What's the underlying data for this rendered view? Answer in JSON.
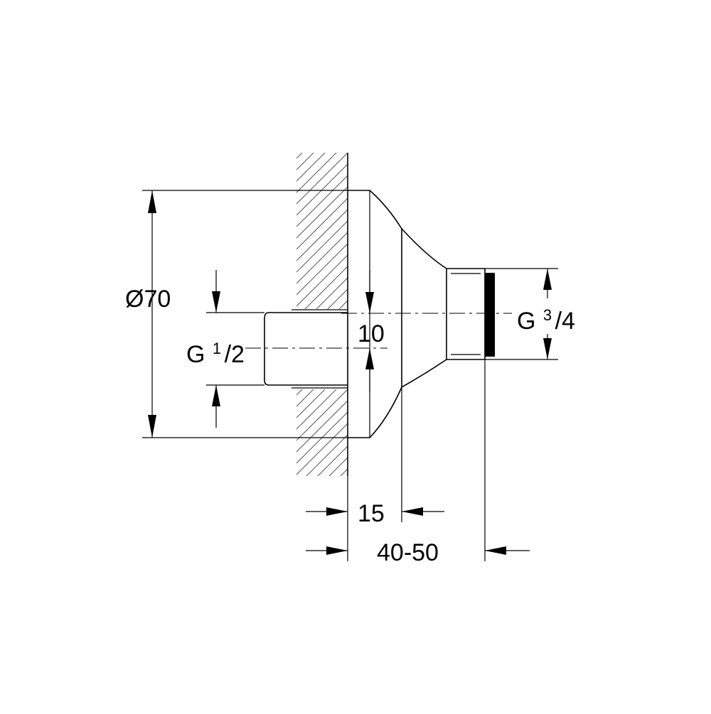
{
  "dimensions": {
    "diameter": "Ø70",
    "inlet_g": "G",
    "inlet_num": "1",
    "inlet_den": "/2",
    "outlet_g": "G",
    "outlet_num": "3",
    "outlet_den": "/4",
    "offset": "10",
    "flange_depth": "15",
    "projection": "40-50"
  }
}
